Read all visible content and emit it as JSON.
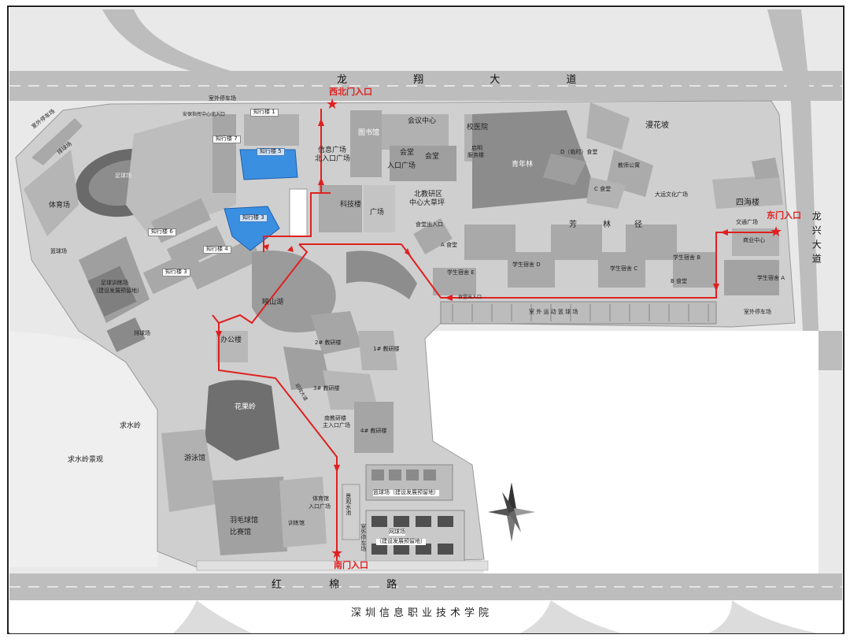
{
  "campus_name": "深圳信息职业技术学院",
  "roads": {
    "north": "龙 翔 大 道",
    "south": "红 棉 路",
    "east": "龙兴大道"
  },
  "entrances": {
    "northwest": "西北门入口",
    "east": "东门入口",
    "south": "南门入口"
  },
  "labels": {
    "outdoor_parking_nw": "室外停车场",
    "outdoor_parking_top": "室外停车场",
    "outdoor_parking_e": "室外停车场",
    "outdoor_parking_s": "室外停车场",
    "volleyball": "排球场",
    "stadium": "体育场",
    "football": "足球场",
    "basketball_w": "篮球场",
    "football_training": "足球训练场",
    "football_training_note": "（建设发展预留地）",
    "volleyball_s": "排球场",
    "zhixing1": "知行楼 1",
    "zhixing7": "知行楼 7",
    "zhixing5": "知行楼 5",
    "zhixing3": "知行楼 3",
    "zhixing6": "知行楼 6",
    "zhixing4": "知行楼 4",
    "zhixing3b": "知行楼 3",
    "security_center": "安保指挥中心北入口",
    "library": "图书馆",
    "conference": "会议中心",
    "hall_a": "会堂",
    "hall_b": "会堂",
    "hall_entrance": "入口广场",
    "info_plaza": "信息广场",
    "north_plaza": "北入口广场",
    "clinic": "校医院",
    "qiming": "启明",
    "qiming2": "服务楼",
    "youth_forest": "青年林",
    "manhua": "漫花坡",
    "d_canteen": "D（临时）食堂",
    "teacher_apt": "教师公寓",
    "c_canteen": "C 食堂",
    "universiade": "大运文化广场",
    "sihai": "四海楼",
    "keji": "科技楼",
    "plaza_y": "广场",
    "north_lawn": "北教研区",
    "north_lawn2": "中心大草坪",
    "lin_road_1": "芳",
    "lin_road_2": "林",
    "lin_road_3": "径",
    "canteen_out": "食堂出入口",
    "a_canteen": "A 食堂",
    "dorm_d": "学生宿舍 D",
    "dorm_e": "学生宿舍 E",
    "dorm_c": "学生宿舍 C",
    "dorm_b": "学生宿舍 B",
    "b_canteen": "B 食堂",
    "dorm_a": "学生宿舍 A",
    "commerce": "商业中心",
    "transport": "交通广场",
    "basketball_outdoor": "室 外 运 动 篮 球 场",
    "canteen_exit": "食堂出入口",
    "office": "办公楼",
    "yingshan_lake": "映山湖",
    "research2": "2# 教研楼",
    "research1": "1# 教研楼",
    "research3": "3# 教研楼",
    "research4": "4# 教研楼",
    "south_plaza": "南教研楼",
    "south_plaza2": "主入口广场",
    "huaguo": "花果岭",
    "qiushui": "求水岭",
    "qiushui_view": "求水岭景观",
    "swimming": "游泳馆",
    "badminton": "羽毛球馆",
    "badminton2": "比赛馆",
    "training": "训练馆",
    "gym_entrance": "体育馆",
    "gym_entrance2": "入口广场",
    "landscape_pool": "景观水池",
    "basketball_s": "篮球场（建设发展预留地）",
    "tennis": "网球场",
    "tennis_note": "（建设发展预留地）",
    "yingbin": "迎宾大道"
  },
  "colors": {
    "route": "#e02020",
    "highlight_building": "#3a8fe0",
    "road": "#b8b8b8",
    "campus": "#d8d8d8"
  }
}
